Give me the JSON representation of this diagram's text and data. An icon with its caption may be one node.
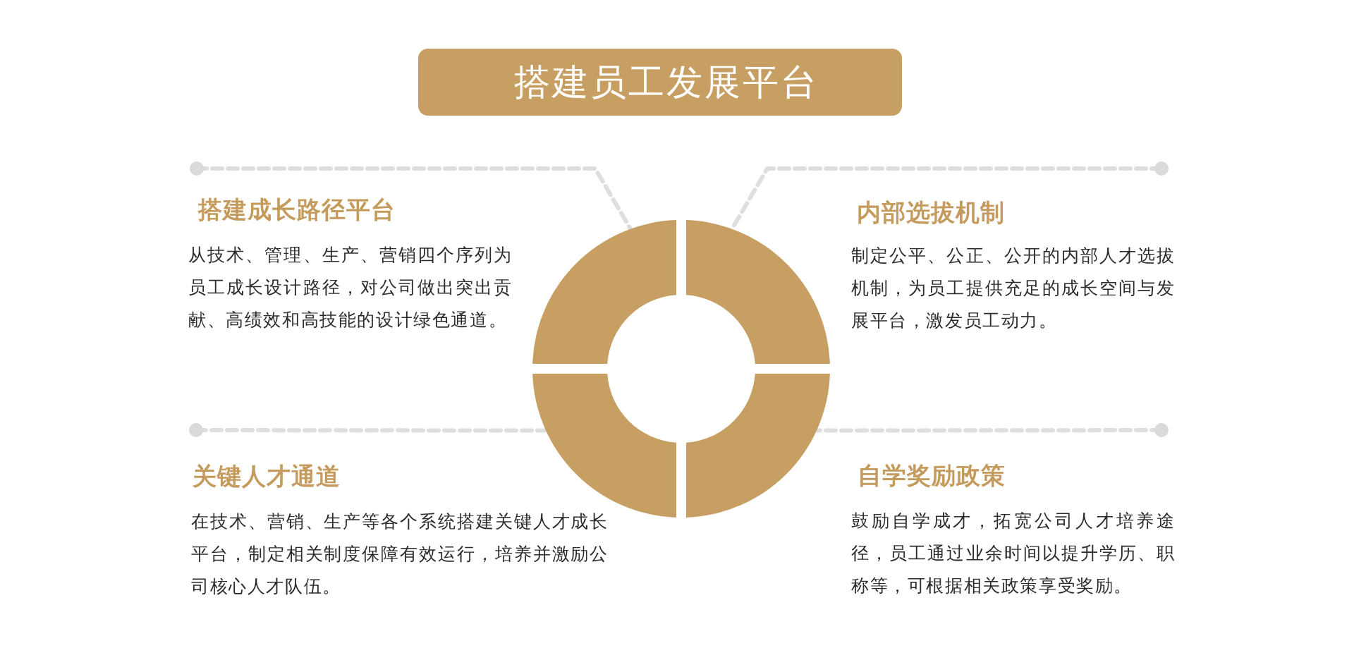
{
  "diagram": {
    "title": "搭建员工发展平台",
    "nodes": [
      {
        "text": [
          "搭建成长路径平台",
          "从技术、管理、生产、营销四个序列为员工成长设计路径，对公司做出突出贡献、高绩效和高技能的设计绿色通道。"
        ]
      },
      {
        "text": [
          "内部选拔机制",
          "制定公平、公正、公开的内部人才选拔机制，为员工提供充足的成长空间与发展平台，激发员工动力。"
        ]
      },
      {
        "text": [
          "关键人才通道",
          "在技术、营销、生产等各个系统搭建关键人才成长平台，制定相关制度保障有效运行，培养并激励公司核心人才队伍。"
        ]
      },
      {
        "text": [
          "自学奖励政策",
          "鼓励自学成才，拓宽公司人才培养途径，员工通过业余时间以提升学历、职称等，可根据相关政策享受奖励。"
        ]
      },
      {
        "text": [],
        "shape": "arc"
      },
      {
        "text": [],
        "shape": "arc"
      },
      {
        "text": [],
        "shape": "arc"
      },
      {
        "text": [],
        "shape": "arc"
      }
    ],
    "edges": [
      {
        "from": 0,
        "to": 4,
        "arrow": "other",
        "style": "dashed"
      },
      {
        "from": 1,
        "to": 5,
        "arrow": "other",
        "style": "dashed"
      },
      {
        "from": 2,
        "to": 6,
        "arrow": "other",
        "style": "dashed"
      },
      {
        "from": 3,
        "to": 7,
        "arrow": "other",
        "style": "dashed"
      }
    ]
  }
}
